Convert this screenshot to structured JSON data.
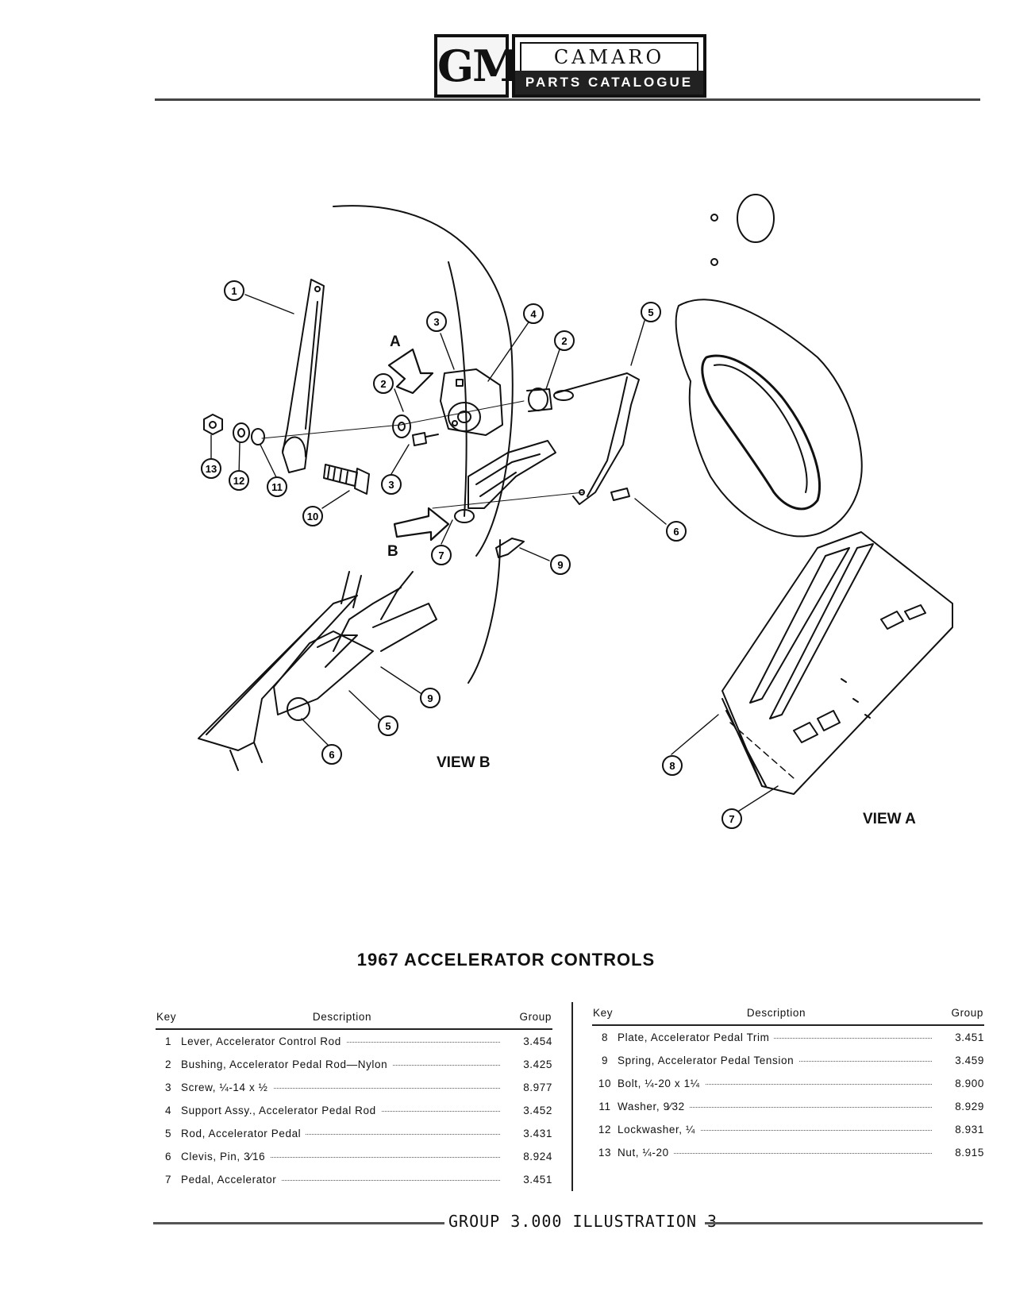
{
  "header": {
    "logo": "GM",
    "title": "CAMARO",
    "subtitle": "PARTS CATALOGUE"
  },
  "illustration": {
    "callouts": [
      "1",
      "2",
      "3",
      "4",
      "5",
      "2",
      "3",
      "10",
      "11",
      "12",
      "13",
      "6",
      "7",
      "9",
      "9",
      "5",
      "6",
      "8",
      "7"
    ],
    "view_labels": {
      "a": "A",
      "b": "B",
      "view_a": "VIEW A",
      "view_b": "VIEW B"
    }
  },
  "heading": "1967 ACCELERATOR CONTROLS",
  "table_headers": {
    "key": "Key",
    "description": "Description",
    "group": "Group"
  },
  "parts_left": [
    {
      "key": "1",
      "description": "Lever, Accelerator Control Rod",
      "group": "3.454"
    },
    {
      "key": "2",
      "description": "Bushing, Accelerator Pedal Rod—Nylon",
      "group": "3.425"
    },
    {
      "key": "3",
      "description": "Screw, ¼-14 x ½",
      "group": "8.977"
    },
    {
      "key": "4",
      "description": "Support Assy., Accelerator Pedal Rod",
      "group": "3.452"
    },
    {
      "key": "5",
      "description": "Rod, Accelerator Pedal",
      "group": "3.431"
    },
    {
      "key": "6",
      "description": "Clevis, Pin, 3⁄16",
      "group": "8.924"
    },
    {
      "key": "7",
      "description": "Pedal, Accelerator",
      "group": "3.451"
    }
  ],
  "parts_right": [
    {
      "key": "8",
      "description": "Plate, Accelerator Pedal Trim",
      "group": "3.451"
    },
    {
      "key": "9",
      "description": "Spring, Accelerator Pedal Tension",
      "group": "3.459"
    },
    {
      "key": "10",
      "description": "Bolt, ¼-20 x 1¼",
      "group": "8.900"
    },
    {
      "key": "11",
      "description": "Washer, 9⁄32",
      "group": "8.929"
    },
    {
      "key": "12",
      "description": "Lockwasher, ¼",
      "group": "8.931"
    },
    {
      "key": "13",
      "description": "Nut, ¼-20",
      "group": "8.915"
    }
  ],
  "footer": "GROUP 3.000 ILLUSTRATION 3"
}
